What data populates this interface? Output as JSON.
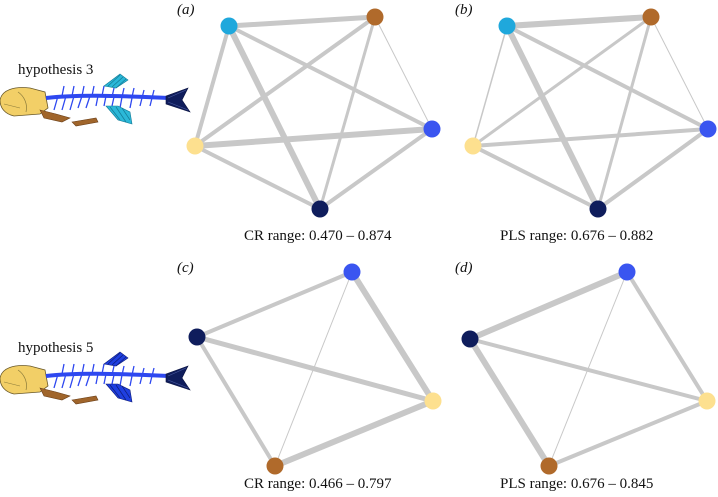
{
  "rows": [
    {
      "hypothesis_label": "hypothesis 3"
    },
    {
      "hypothesis_label": "hypothesis 5"
    }
  ],
  "colors": {
    "light_blue": "#1fa8dc",
    "brown": "#b06a2b",
    "blue": "#3a55f0",
    "navy": "#0f1d5c",
    "yellow": "#fde08f",
    "edge": "#c8c8c8"
  },
  "panels": [
    {
      "letter": "(a)",
      "range_text": "CR range: 0.470 – 0.874"
    },
    {
      "letter": "(b)",
      "range_text": "PLS range: 0.676 – 0.882"
    },
    {
      "letter": "(c)",
      "range_text": "CR range: 0.466 – 0.797"
    },
    {
      "letter": "(d)",
      "range_text": "PLS range: 0.676 – 0.845"
    }
  ]
}
